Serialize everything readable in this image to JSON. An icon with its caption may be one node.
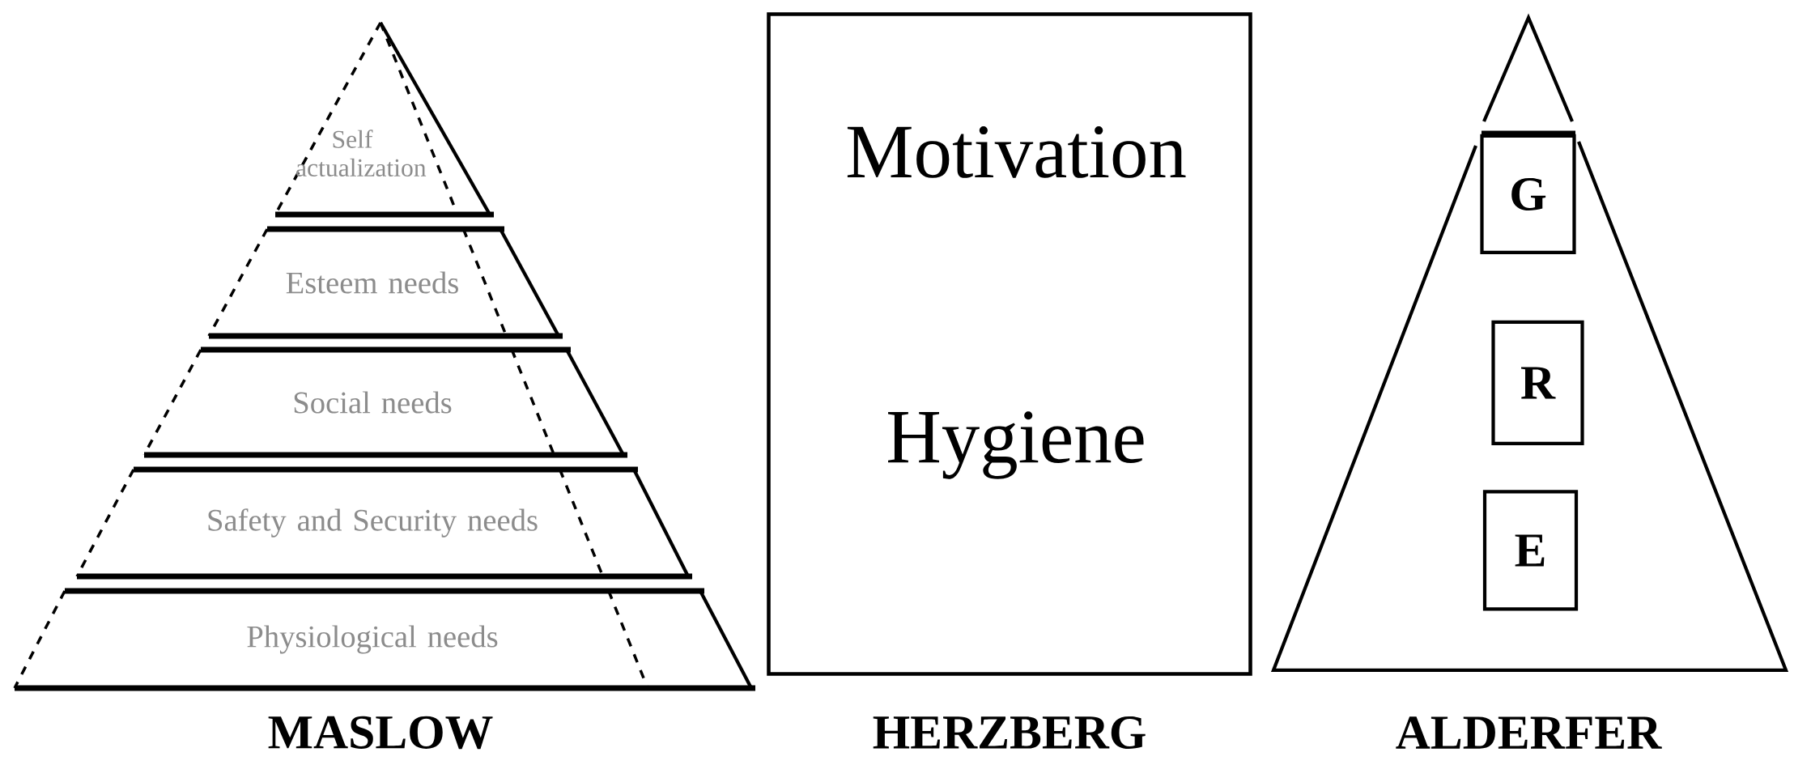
{
  "diagram": {
    "nodes": [
      {
        "text": [
          "Self actualization"
        ]
      },
      {
        "text": [
          "Esteem needs"
        ]
      },
      {
        "text": [
          "Social needs"
        ]
      },
      {
        "text": [
          "Safety and Security needs"
        ]
      },
      {
        "text": [
          "Physiological needs"
        ]
      },
      {
        "text": [
          "Motivation",
          "Hygiene"
        ]
      },
      {
        "text": [],
        "shape": "triangle"
      },
      {
        "text": [
          "G"
        ],
        "in": 6
      },
      {
        "text": [
          "R"
        ],
        "in": 6
      },
      {
        "text": [
          "E"
        ],
        "in": 6
      }
    ],
    "edges": [],
    "labels": [
      "MASLOW",
      "HERZBERG",
      "ALDERFER"
    ]
  }
}
